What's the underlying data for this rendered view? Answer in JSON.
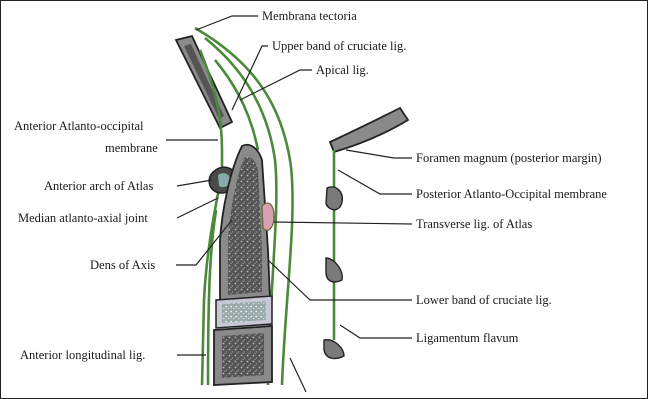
{
  "labels": {
    "membrana_tectoria": "Membrana tectoria",
    "upper_band": "Upper band of cruciate lig.",
    "apical_lig": "Apical lig.",
    "anterior_ao_membrane_1": "Anterior Atlanto-occipital",
    "anterior_ao_membrane_2": "membrane",
    "anterior_arch_atlas": "Anterior arch of Atlas",
    "median_atlanto_axial": "Median atlanto-axial joint",
    "dens_of_axis": "Dens of Axis",
    "anterior_longitudinal": "Anterior longitudinal lig.",
    "foramen_magnum": "Foramen magnum (posterior margin)",
    "posterior_ao_membrane": "Posterior Atlanto-Occipital membrane",
    "transverse_lig": "Transverse lig. of Atlas",
    "lower_band": "Lower band of cruciate lig.",
    "ligamentum_flavum": "Ligamentum flavum"
  },
  "colors": {
    "ligament": "#4a8a3a",
    "bone": "#8a8a8a",
    "bone_texture": "#4a4a4a",
    "transverse_lig": "#d8a0b0"
  }
}
